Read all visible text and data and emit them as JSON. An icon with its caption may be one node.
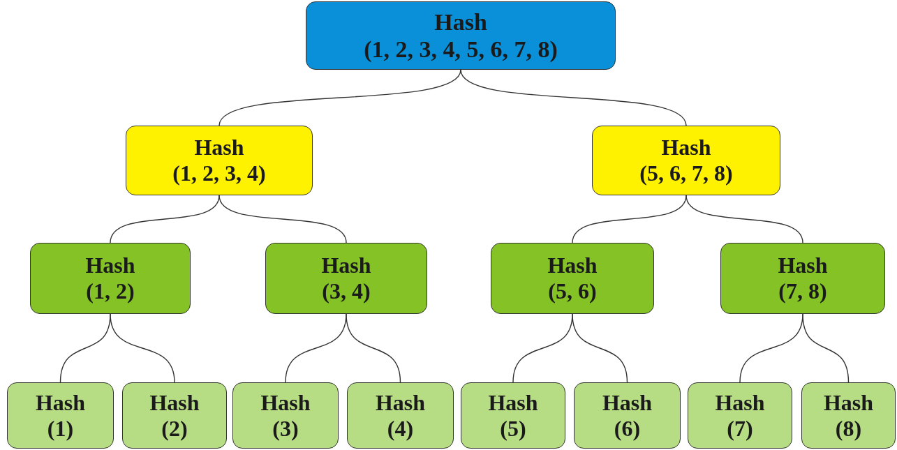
{
  "diagram": {
    "nodes": [
      {
        "text": [
          "Hash",
          "(1, 2, 3, 4, 5, 6, 7, 8)"
        ]
      },
      {
        "text": [
          "Hash",
          "(1, 2, 3, 4)"
        ]
      },
      {
        "text": [
          "Hash",
          "(5, 6, 7, 8)"
        ]
      },
      {
        "text": [
          "Hash",
          "(1, 2)"
        ]
      },
      {
        "text": [
          "Hash",
          "(3, 4)"
        ]
      },
      {
        "text": [
          "Hash",
          "(5, 6)"
        ]
      },
      {
        "text": [
          "Hash",
          "(7, 8)"
        ]
      },
      {
        "text": [
          "Hash",
          "(1)"
        ]
      },
      {
        "text": [
          "Hash",
          "(2)"
        ]
      },
      {
        "text": [
          "Hash",
          "(3)"
        ]
      },
      {
        "text": [
          "Hash",
          "(4)"
        ]
      },
      {
        "text": [
          "Hash",
          "(5)"
        ]
      },
      {
        "text": [
          "Hash",
          "(6)"
        ]
      },
      {
        "text": [
          "Hash",
          "(7)"
        ]
      },
      {
        "text": [
          "Hash",
          "(8)"
        ]
      }
    ],
    "edges": [
      {
        "from": 0,
        "to": 1,
        "arrow": "none"
      },
      {
        "from": 0,
        "to": 2,
        "arrow": "none"
      },
      {
        "from": 1,
        "to": 3,
        "arrow": "none"
      },
      {
        "from": 1,
        "to": 4,
        "arrow": "none"
      },
      {
        "from": 2,
        "to": 5,
        "arrow": "none"
      },
      {
        "from": 2,
        "to": 6,
        "arrow": "none"
      },
      {
        "from": 3,
        "to": 7,
        "arrow": "none"
      },
      {
        "from": 3,
        "to": 8,
        "arrow": "none"
      },
      {
        "from": 4,
        "to": 9,
        "arrow": "none"
      },
      {
        "from": 4,
        "to": 10,
        "arrow": "none"
      },
      {
        "from": 5,
        "to": 11,
        "arrow": "none"
      },
      {
        "from": 5,
        "to": 12,
        "arrow": "none"
      },
      {
        "from": 6,
        "to": 13,
        "arrow": "none"
      },
      {
        "from": 6,
        "to": 14,
        "arrow": "none"
      }
    ]
  }
}
